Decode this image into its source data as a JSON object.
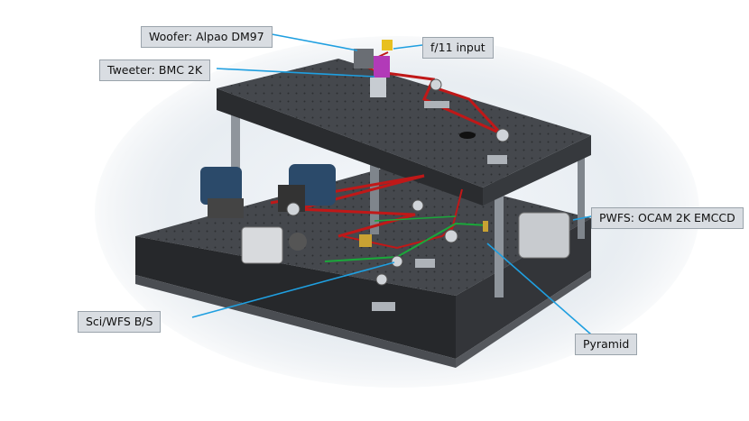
{
  "labels": {
    "woofer": "Woofer: Alpao DM97",
    "f11_input": "f/11 input",
    "tweeter": "Tweeter: BMC 2K",
    "pwfs": "PWFS: OCAM 2K EMCCD",
    "sci_wfs_bs": "Sci/WFS B/S",
    "pyramid": "Pyramid"
  },
  "colors": {
    "callout_line": "#1f9fe0",
    "label_fill": "#d9dde2",
    "table_top": "#3f4246",
    "table_side": "#2a2c2f",
    "beam_red": "#c01818",
    "beam_green": "#1aa83a",
    "glow": "#e6ebf0"
  }
}
